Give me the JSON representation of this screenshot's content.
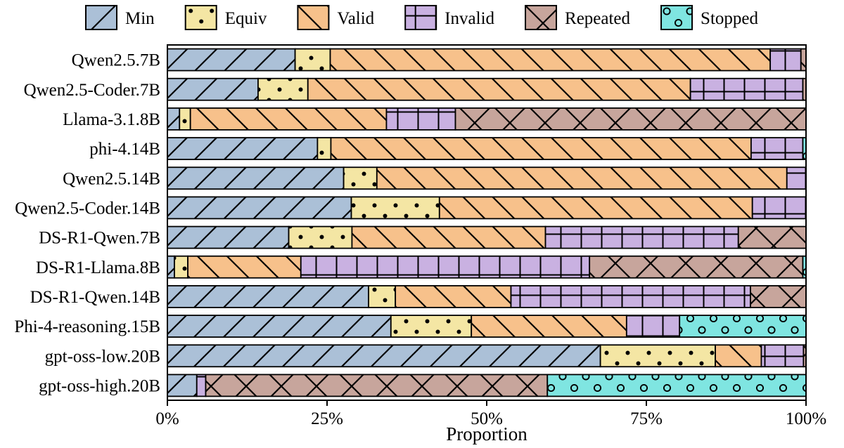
{
  "figure": {
    "background": "#ffffff",
    "axis_color": "#000000"
  },
  "chart_data": {
    "type": "bar",
    "orientation": "horizontal",
    "stacked": true,
    "title": "",
    "xlabel": "Proportion",
    "ylabel": "",
    "xlim": [
      0,
      100
    ],
    "x_ticks": [
      "0%",
      "25%",
      "50%",
      "75%",
      "100%"
    ],
    "x_tick_values": [
      0,
      25,
      50,
      75,
      100
    ],
    "grid": false,
    "legend_position": "top",
    "categories": [
      "Qwen2.5.7B",
      "Qwen2.5-Coder.7B",
      "Llama-3.1.8B",
      "phi-4.14B",
      "Qwen2.5.14B",
      "Qwen2.5-Coder.14B",
      "DS-R1-Qwen.7B",
      "DS-R1-Llama.8B",
      "DS-R1-Qwen.14B",
      "Phi-4-reasoning.15B",
      "gpt-oss-low.20B",
      "gpt-oss-high.20B"
    ],
    "series": [
      {
        "name": "Min",
        "color": "#abc0d7",
        "hatch": "/",
        "values": [
          20.0,
          14.2,
          1.9,
          23.5,
          27.6,
          28.8,
          19.0,
          1.1,
          31.5,
          35.0,
          67.8,
          4.6
        ]
      },
      {
        "name": "Equiv",
        "color": "#f4e6a4",
        "hatch": ".",
        "values": [
          5.5,
          7.8,
          1.7,
          2.1,
          5.2,
          13.8,
          9.9,
          2.1,
          4.2,
          12.6,
          18.0,
          0
        ]
      },
      {
        "name": "Valid",
        "color": "#f7c18b",
        "hatch": "\\",
        "values": [
          68.9,
          59.9,
          30.7,
          65.8,
          64.2,
          49.0,
          30.3,
          17.7,
          18.1,
          24.3,
          7.2,
          0
        ]
      },
      {
        "name": "Invalid",
        "color": "#c9b1e1",
        "hatch": "+",
        "values": [
          4.8,
          17.6,
          10.8,
          8.1,
          3.0,
          8.4,
          30.2,
          45.2,
          37.5,
          8.3,
          6.6,
          1.4
        ]
      },
      {
        "name": "Repeated",
        "color": "#c7a59c",
        "hatch": "x",
        "values": [
          0.8,
          0.5,
          54.9,
          0,
          0,
          0,
          10.6,
          33.4,
          8.7,
          0,
          0.4,
          53.5
        ]
      },
      {
        "name": "Stopped",
        "color": "#7fe5e1",
        "hatch": "o",
        "values": [
          0,
          0,
          0,
          0.5,
          0,
          0,
          0,
          0.5,
          0,
          19.8,
          0,
          40.5
        ]
      }
    ]
  }
}
